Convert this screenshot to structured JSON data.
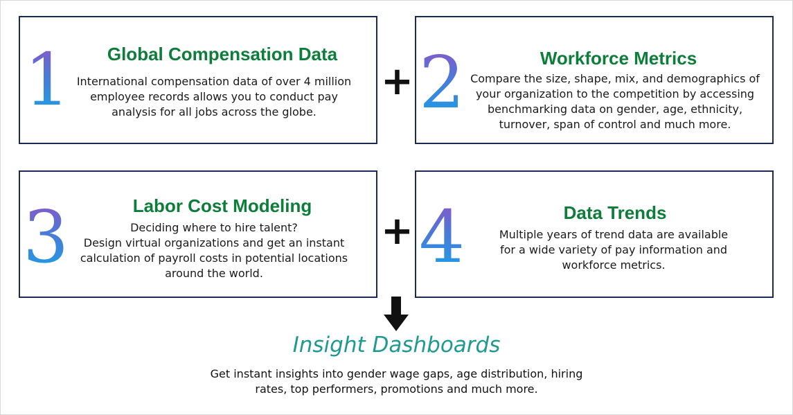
{
  "cards": [
    {
      "number": "1",
      "title": "Global Compensation Data",
      "body": "International compensation data of over 4 million\nemployee records allows you to conduct pay\nanalysis for all jobs across the globe."
    },
    {
      "number": "2",
      "title": "Workforce Metrics",
      "body": "Compare the size, shape, mix, and demographics of\nyour organization to the competition by accessing\nbenchmarking data on gender, age, ethnicity,\nturnover, span of control and much more."
    },
    {
      "number": "3",
      "title": "Labor Cost Modeling",
      "body": "Deciding where to hire talent?\nDesign virtual organizations and get an instant\ncalculation of payroll costs in potential locations\naround the world."
    },
    {
      "number": "4",
      "title": "Data Trends",
      "body": "Multiple years of trend data are available\nfor a wide variety of pay information and\nworkforce metrics."
    }
  ],
  "operators": {
    "plus": "+"
  },
  "dashboard": {
    "title": "Insight Dashboards",
    "body": "Get instant insights into gender wage gaps, age distribution, hiring\nrates, top performers, promotions and much more."
  },
  "icons": {
    "connector": "down-arrow-icon"
  },
  "colors": {
    "border": "#1b2a55",
    "title_green": "#0d7d3a",
    "dashboard_title": "#1e9a90"
  }
}
